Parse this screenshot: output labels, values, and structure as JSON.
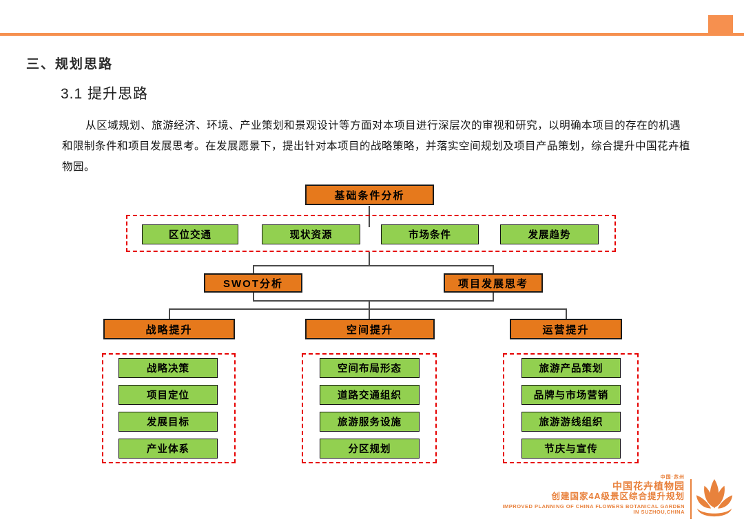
{
  "slide": {
    "section_title": "三、规划思路",
    "subsection_title": "3.1 提升思路",
    "paragraph_lines": [
      "从区域规划、旅游经济、环境、产业策划和景观设计等方面对本项目进行深层次的审视和研究，以明确本项目的存在的机遇",
      "和限制条件和项目发展思考。在发展愿景下，提出针对本项目的战略策略，并落实空间规划及项目产品策划，综合提升中国花卉植",
      "物园。"
    ]
  },
  "colors": {
    "accent_orange": "#F6904F",
    "box_orange": "#E6791C",
    "box_green": "#92D050",
    "dashed_red": "#E60000",
    "connector_gray": "#4a4a4a",
    "footer_orange": "#E8813C"
  },
  "flowchart": {
    "root": "基础条件分析",
    "analysis_items": [
      "区位交通",
      "现状资源",
      "市场条件",
      "发展趋势"
    ],
    "mid_nodes": [
      "SWOT分析",
      "项目发展思考"
    ],
    "branches": [
      {
        "title": "战略提升",
        "items": [
          "战略决策",
          "项目定位",
          "发展目标",
          "产业体系"
        ]
      },
      {
        "title": "空间提升",
        "items": [
          "空间布局形态",
          "道路交通组织",
          "旅游服务设施",
          "分区规划"
        ]
      },
      {
        "title": "运营提升",
        "items": [
          "旅游产品策划",
          "品牌与市场营销",
          "旅游游线组织",
          "节庆与宣传"
        ]
      }
    ]
  },
  "footer": {
    "location_small": "中国·苏州",
    "title_cn": "中国花卉植物园",
    "subtitle_cn": "创建国家4A级景区综合提升规划",
    "title_en": "IMPROVED PLANNING OF CHINA FLOWERS BOTANICAL GARDEN",
    "subtitle_en": "IN SUZHOU,CHINA"
  }
}
